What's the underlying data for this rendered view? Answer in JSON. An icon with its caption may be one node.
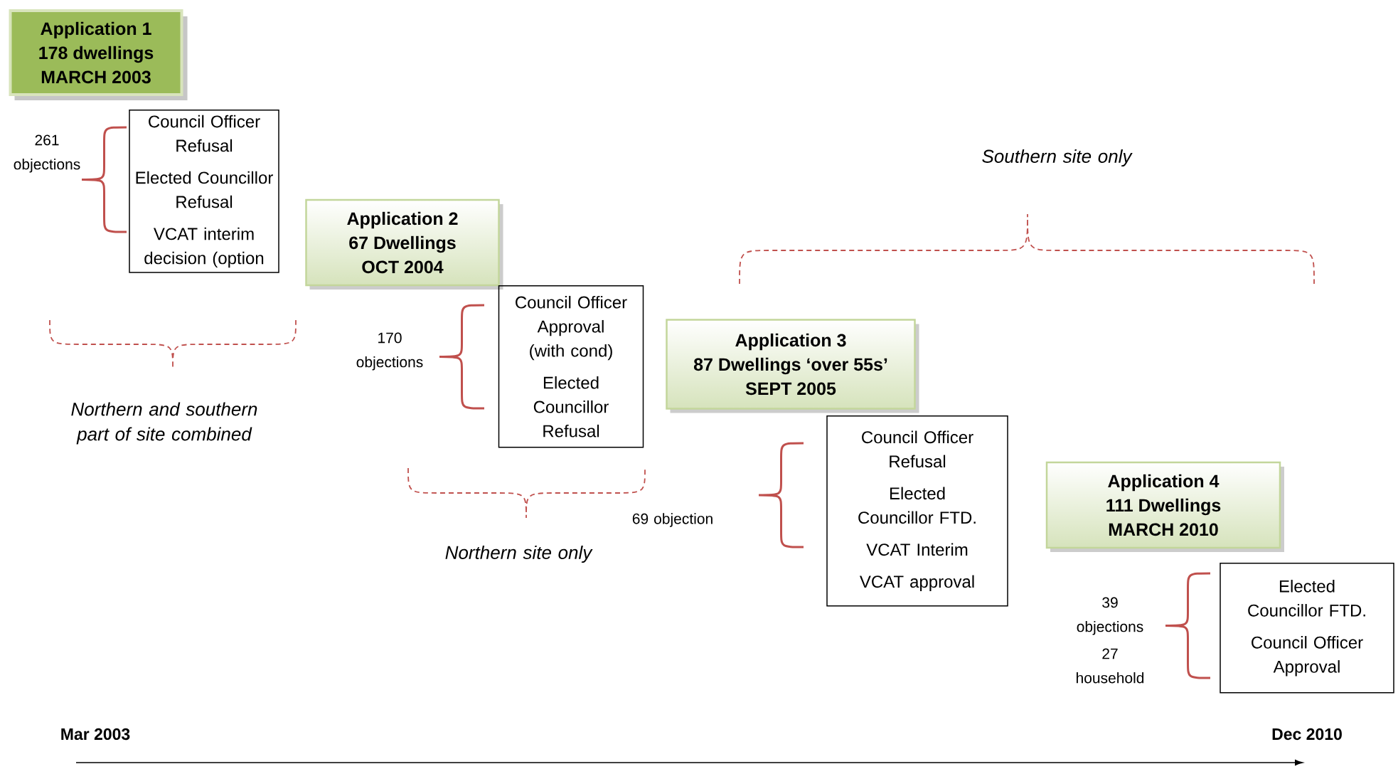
{
  "diagram": {
    "nodes": [
      {
        "text": [
          "Application 1",
          "178 dwellings",
          "MARCH 2003"
        ]
      },
      {
        "text": [
          "Application 2",
          "67 Dwellings",
          "OCT 2004"
        ]
      },
      {
        "text": [
          "Application 3",
          "87 Dwellings ‘over 55s’",
          "SEPT 2005"
        ]
      },
      {
        "text": [
          "Application 4",
          "111 Dwellings",
          "MARCH 2010"
        ]
      },
      {
        "text": [
          "Council Officer Refusal",
          "Elected Councillor Refusal",
          "VCAT interim decision (option"
        ]
      },
      {
        "text": [
          "Council Officer Approval (with cond)",
          "Elected Councillor Refusal"
        ]
      },
      {
        "text": [
          "Council Officer Refusal",
          "Elected Councillor FTD.",
          "VCAT Interim",
          "VCAT approval"
        ]
      },
      {
        "text": [
          "Elected Councillor FTD.",
          "Council Officer Approval"
        ]
      }
    ],
    "labels": [
      "261 objections",
      "Southern site only",
      "170 objections",
      "Northern and southern part of site combined",
      "69 objection",
      "Northern site only",
      "39 objections",
      "27 household",
      "Mar 2003",
      "Dec 2010"
    ]
  }
}
